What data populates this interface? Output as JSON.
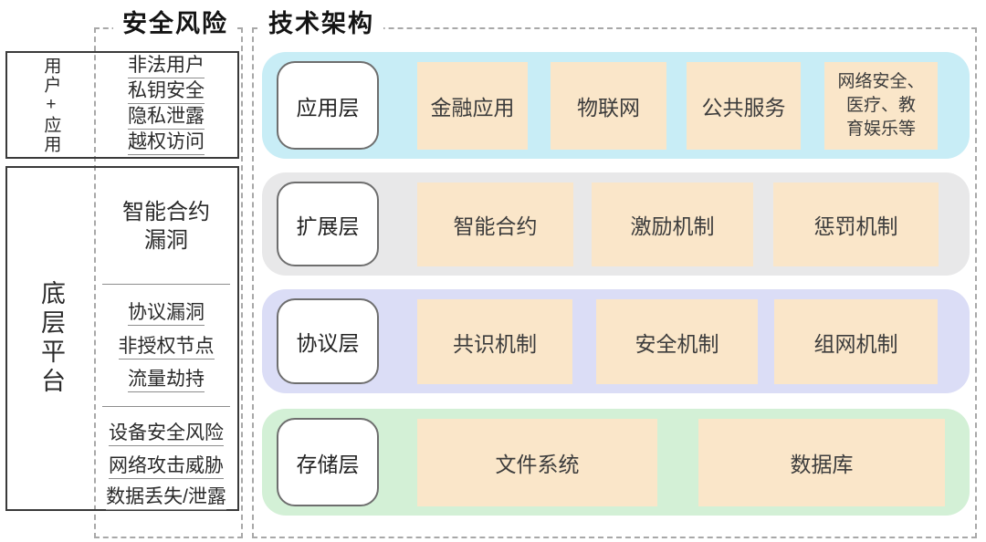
{
  "risk": {
    "title": "安全风险",
    "user_app": {
      "vertical_label": "用户+应用",
      "items": [
        "非法用户",
        "私钥安全",
        "隐私泄露",
        "越权访问"
      ]
    },
    "platform": {
      "vertical_label": "底层平台",
      "top_item": "智能合约\n漏洞",
      "mid_items": [
        "协议漏洞",
        "非授权节点",
        "流量劫持"
      ],
      "bottom_items": [
        "设备安全风险",
        "网络攻击威胁",
        "数据丢失/泄露"
      ]
    }
  },
  "arch": {
    "title": "技术架构",
    "rows": [
      {
        "name": "应用层",
        "items": [
          "金融应用",
          "物联网",
          "公共服务",
          "网络安全、\n医疗、教\n育娱乐等"
        ]
      },
      {
        "name": "扩展层",
        "items": [
          "智能合约",
          "激励机制",
          "惩罚机制"
        ]
      },
      {
        "name": "协议层",
        "items": [
          "共识机制",
          "安全机制",
          "组网机制"
        ]
      },
      {
        "name": "存储层",
        "items": [
          "文件系统",
          "数据库"
        ]
      }
    ]
  },
  "colors": {
    "application_row": "#c8edf6",
    "extension_row": "#e8e8e9",
    "protocol_row": "#dbddf6",
    "storage_row": "#d3f0d6",
    "item_box": "#fae6c9",
    "dashed_border": "#a8a8a8",
    "solid_border": "#3a3a3a",
    "underline": "#8d8d8d",
    "text": "#2a2a2a"
  }
}
